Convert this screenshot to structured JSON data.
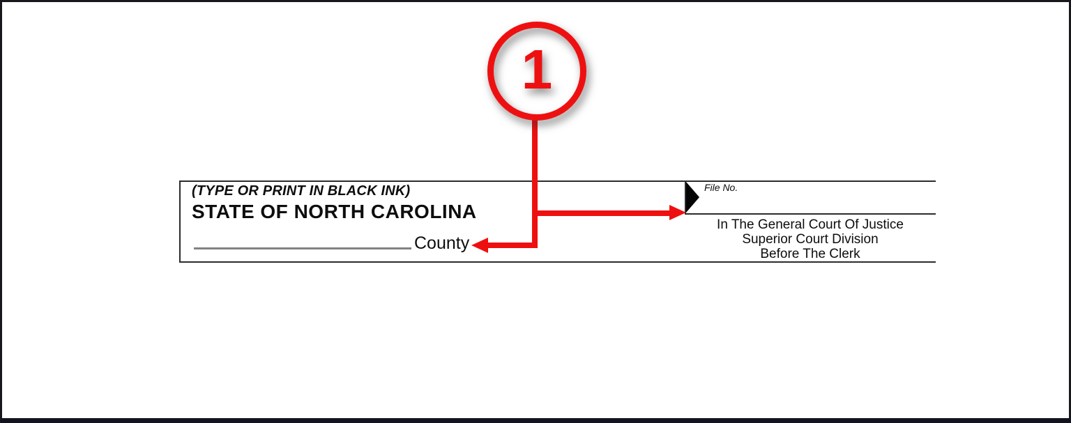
{
  "page": {
    "background_color": "#ffffff",
    "frame_color": "#17181c"
  },
  "annotation": {
    "step_number": "1",
    "accent_color": "#ee1010"
  },
  "form": {
    "instruction": "(TYPE OR PRINT IN BLACK INK)",
    "state_title": "STATE OF NORTH CAROLINA",
    "county": {
      "blank_value": "",
      "label": "County"
    },
    "file_no": {
      "label": "File No.",
      "value": ""
    },
    "court": {
      "line1": "In The General Court Of Justice",
      "line2": "Superior Court Division",
      "line3": "Before The Clerk"
    },
    "line_colors": {
      "rule": "#2b2b2b",
      "blank_underline": "#828282"
    }
  }
}
